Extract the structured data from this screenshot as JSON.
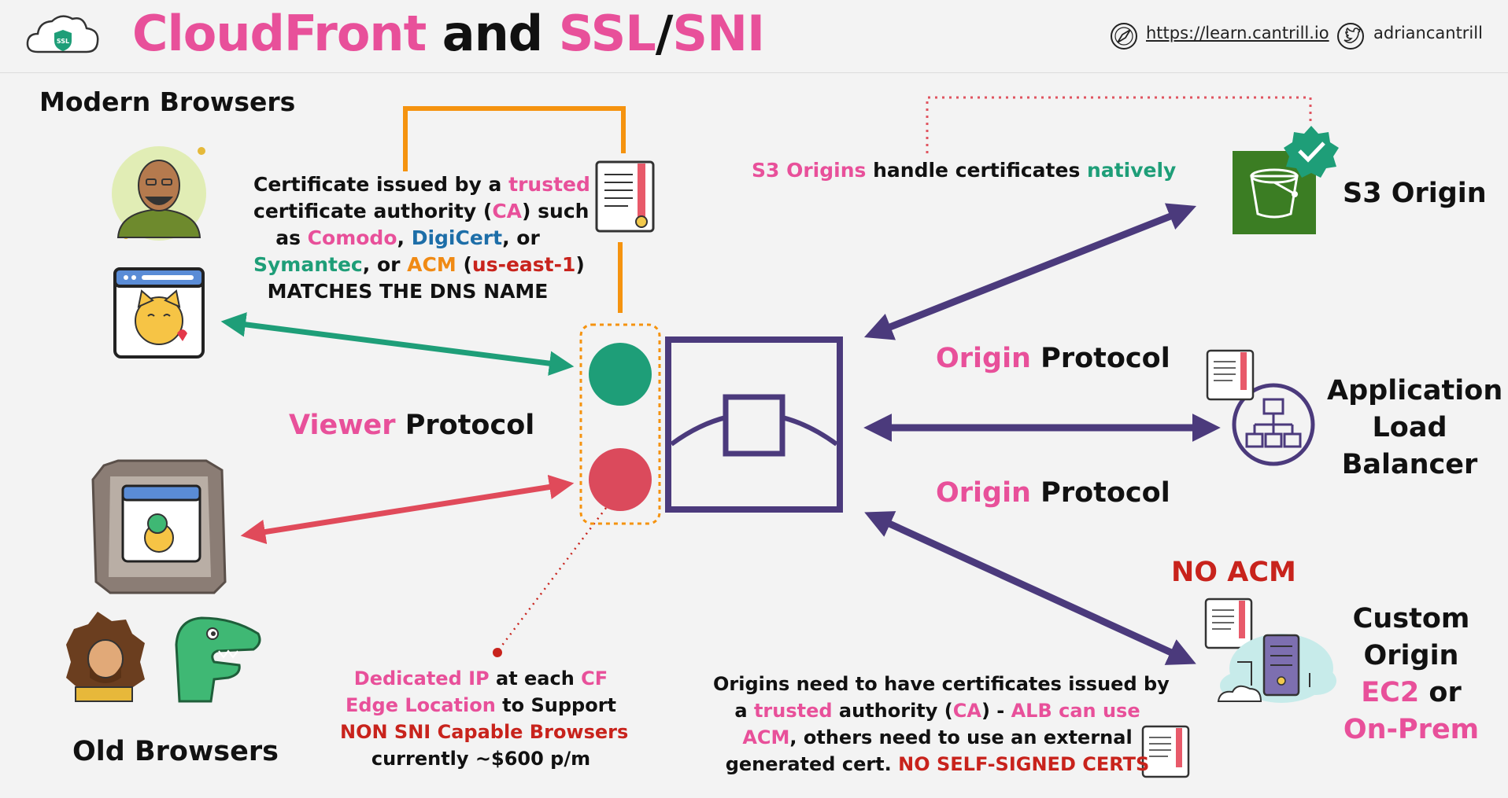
{
  "header": {
    "title_part1": "CloudFront",
    "title_part2": " and ",
    "title_part3": "SSL",
    "title_part4": "/",
    "title_part5": "SNI",
    "logo_badge": "SSL",
    "website": "https://learn.cantrill.io",
    "twitter": "adriancantrill"
  },
  "left": {
    "modern_browsers": "Modern Browsers",
    "old_browsers": "Old Browsers",
    "viewer_word": "Viewer",
    "protocol_word": " Protocol"
  },
  "cert_note": {
    "l1a": "Certificate issued by a ",
    "l1b": "trusted",
    "l2a": "certificate authority (",
    "l2b": "CA",
    "l2c": ") such",
    "l3a": "as ",
    "l3b": "Comodo",
    "l3c": ", ",
    "l3d": "DigiCert",
    "l3e": ", or",
    "l4a": "Symantec",
    "l4b": ", or ",
    "l4c": "ACM",
    "l4d": " (",
    "l4e": "us-east-1",
    "l4f": ")",
    "l5": "MATCHES THE DNS NAME"
  },
  "s3_note": {
    "a": "S3 Origins",
    "b": " handle certificates ",
    "c": "natively"
  },
  "origin_protocol": {
    "origin_word": "Origin",
    "protocol_word": " Protocol"
  },
  "right": {
    "s3_origin": "S3 Origin",
    "alb_l1": "Application",
    "alb_l2": "Load",
    "alb_l3": "Balancer",
    "no_acm": "NO ACM",
    "custom_l1": "Custom",
    "custom_l2": "Origin",
    "custom_l3a": "EC2",
    "custom_l3b": " or",
    "custom_l4": "On-Prem"
  },
  "dedicated_note": {
    "l1a": "Dedicated IP",
    "l1b": " at each ",
    "l1c": "CF",
    "l2a": "Edge Location",
    "l2b": " to Support",
    "l3": "NON SNI Capable Browsers",
    "l4": "currently ~$600 p/m"
  },
  "origins_note": {
    "l1": "Origins need to have certificates issued by",
    "l2a": "a ",
    "l2b": "trusted",
    "l2c": " authority (",
    "l2d": "CA",
    "l2e": ") - ",
    "l2f": "ALB can use",
    "l3a": "ACM",
    "l3b": ", others need to use an external",
    "l4a": "generated cert. ",
    "l4b": "NO SELF-SIGNED CERTS"
  },
  "colors": {
    "pink": "#e8509a",
    "teal": "#1e9e78",
    "purple": "#4b3a7c",
    "orange": "#f08a14",
    "red": "#c8231c",
    "s3_green": "#3b7d23"
  }
}
